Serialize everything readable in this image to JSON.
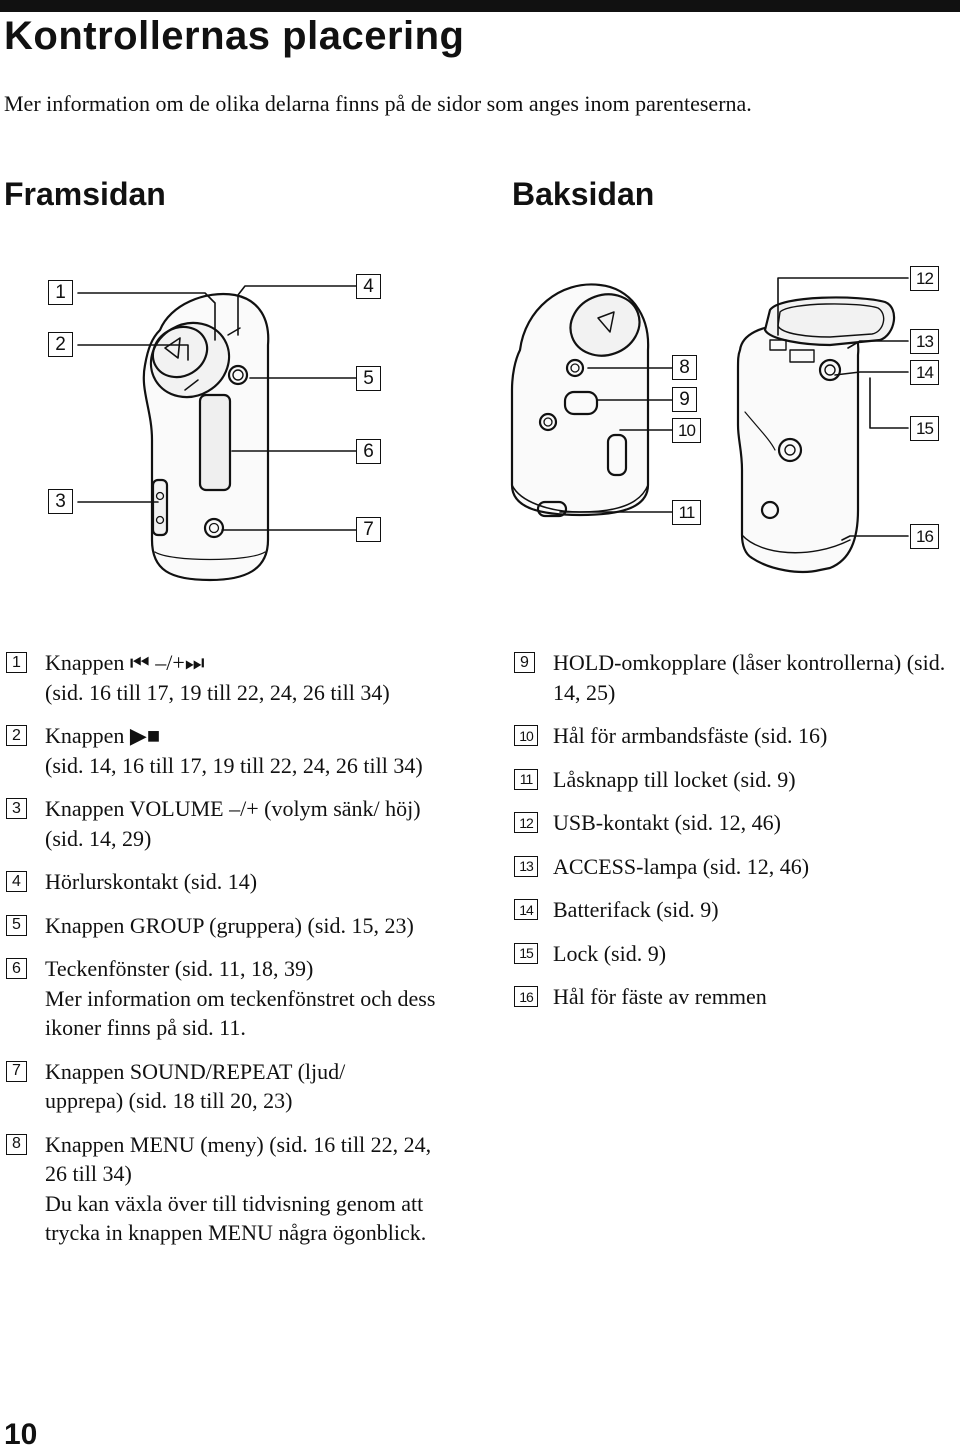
{
  "header": {
    "title": "Kontrollernas placering",
    "intro": "Mer information om de olika delarna finns på de sidor som anges inom parenteserna."
  },
  "sections": {
    "front": "Framsidan",
    "back": "Baksidan"
  },
  "callouts": [
    "1",
    "2",
    "3",
    "4",
    "5",
    "6",
    "7",
    "8",
    "9",
    "10",
    "11",
    "12",
    "13",
    "14",
    "15",
    "16"
  ],
  "items": [
    {
      "num": "1",
      "lines": [
        "Knappen ⏮ –/+⏭",
        "(sid. 16 till 17, 19 till 22, 24, 26 till 34)"
      ]
    },
    {
      "num": "2",
      "lines": [
        "Knappen ▶■",
        "(sid. 14, 16 till 17, 19 till 22, 24, 26 till 34)"
      ]
    },
    {
      "num": "3",
      "lines": [
        "Knappen VOLUME –/+ (volym sänk/ höj) (sid. 14, 29)"
      ]
    },
    {
      "num": "4",
      "lines": [
        "Hörlurskontakt (sid. 14)"
      ]
    },
    {
      "num": "5",
      "lines": [
        "Knappen GROUP (gruppera) (sid. 15, 23)"
      ]
    },
    {
      "num": "6",
      "lines": [
        "Teckenfönster (sid. 11, 18, 39)",
        "Mer information om teckenfönstret och dess ikoner finns på sid. 11."
      ]
    },
    {
      "num": "7",
      "lines": [
        "Knappen SOUND/REPEAT (ljud/ upprepa) (sid. 18 till 20, 23)"
      ]
    },
    {
      "num": "8",
      "lines": [
        "Knappen MENU (meny) (sid. 16 till 22, 24, 26 till 34)",
        "Du kan växla över till tidvisning genom att trycka in knappen MENU några ögonblick."
      ]
    },
    {
      "num": "9",
      "lines": [
        "HOLD-omkopplare (låser kontrollerna) (sid. 14, 25)"
      ]
    },
    {
      "num": "10",
      "lines": [
        "Hål för armbandsfäste (sid. 16)"
      ]
    },
    {
      "num": "11",
      "lines": [
        "Låsknapp till locket (sid. 9)"
      ]
    },
    {
      "num": "12",
      "lines": [
        "USB-kontakt (sid. 12, 46)"
      ]
    },
    {
      "num": "13",
      "lines": [
        "ACCESS-lampa (sid. 12, 46)"
      ]
    },
    {
      "num": "14",
      "lines": [
        "Batterifack (sid. 9)"
      ]
    },
    {
      "num": "15",
      "lines": [
        "Lock (sid. 9)"
      ]
    },
    {
      "num": "16",
      "lines": [
        "Hål för fäste av remmen"
      ]
    }
  ],
  "page_number": "10"
}
